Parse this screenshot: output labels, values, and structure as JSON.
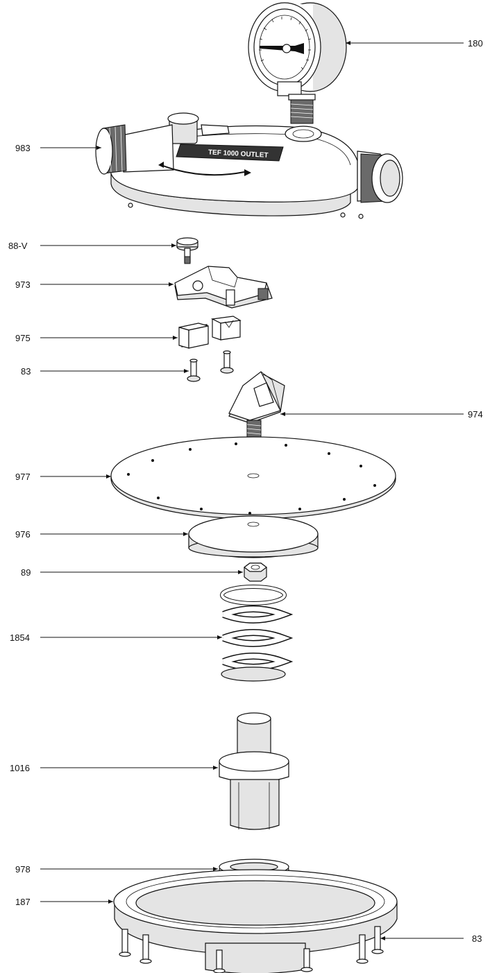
{
  "callouts": [
    {
      "id": "180",
      "label": "180"
    },
    {
      "id": "983",
      "label": "983"
    },
    {
      "id": "88v",
      "label": "88-V"
    },
    {
      "id": "973",
      "label": "973"
    },
    {
      "id": "975",
      "label": "975"
    },
    {
      "id": "83a",
      "label": "83"
    },
    {
      "id": "974",
      "label": "974"
    },
    {
      "id": "977",
      "label": "977"
    },
    {
      "id": "976",
      "label": "976"
    },
    {
      "id": "89",
      "label": "89"
    },
    {
      "id": "1854",
      "label": "1854"
    },
    {
      "id": "1016",
      "label": "1016"
    },
    {
      "id": "978",
      "label": "978"
    },
    {
      "id": "187",
      "label": "187"
    },
    {
      "id": "83b",
      "label": "83"
    }
  ],
  "housing_text": "TEF 1000 OUTLET",
  "colors": {
    "line": "#111111",
    "shade": "#e4e4e4",
    "background": "#ffffff"
  }
}
